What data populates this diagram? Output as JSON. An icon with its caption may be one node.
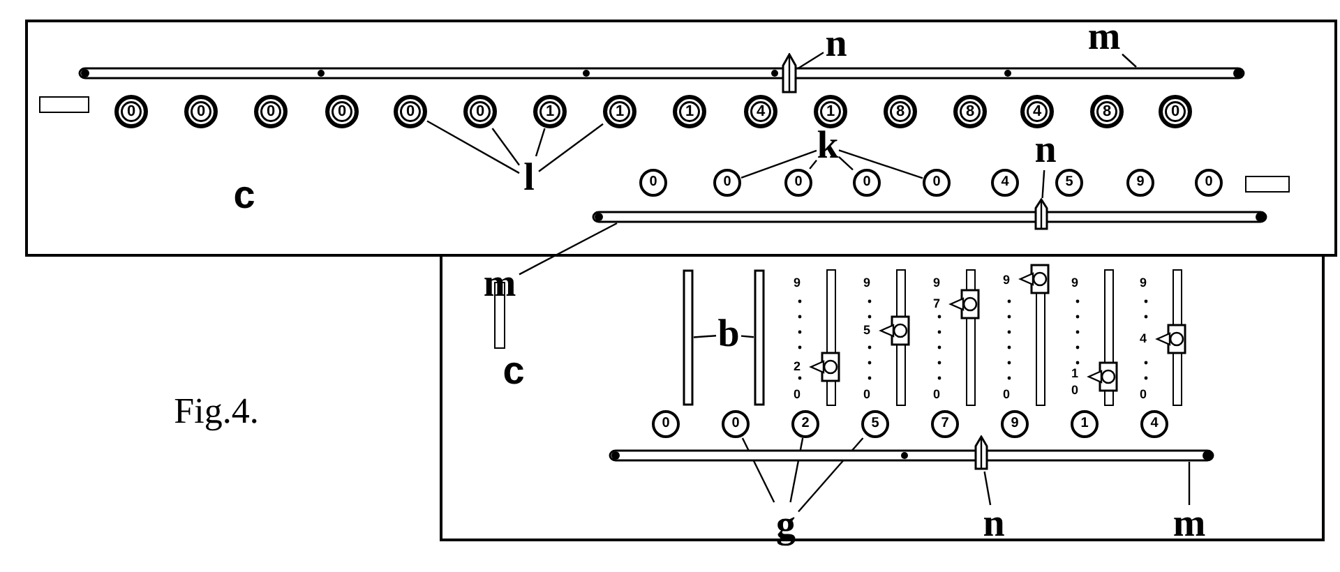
{
  "diagram": {
    "nodes": [
      {
        "text": [
          "0"
        ]
      },
      {
        "text": [
          "0"
        ]
      },
      {
        "text": [
          "0"
        ]
      },
      {
        "text": [
          "0"
        ]
      },
      {
        "text": [
          "0"
        ]
      },
      {
        "text": [
          "0"
        ]
      },
      {
        "text": [
          "1"
        ]
      },
      {
        "text": [
          "1"
        ]
      },
      {
        "text": [
          "1"
        ]
      },
      {
        "text": [
          "4"
        ]
      },
      {
        "text": [
          "1"
        ]
      },
      {
        "text": [
          "8"
        ]
      },
      {
        "text": [
          "8"
        ]
      },
      {
        "text": [
          "4"
        ]
      },
      {
        "text": [
          "8"
        ]
      },
      {
        "text": [
          "0"
        ]
      },
      {
        "text": [
          "0"
        ]
      },
      {
        "text": [
          "0"
        ]
      },
      {
        "text": [
          "0"
        ]
      },
      {
        "text": [
          "0"
        ]
      },
      {
        "text": [
          "0"
        ]
      },
      {
        "text": [
          "4"
        ]
      },
      {
        "text": [
          "5"
        ]
      },
      {
        "text": [
          "9"
        ]
      },
      {
        "text": [
          "0"
        ]
      },
      {
        "text": [
          "0"
        ]
      },
      {
        "text": [
          "0"
        ]
      },
      {
        "text": [
          "2"
        ]
      },
      {
        "text": [
          "5"
        ]
      },
      {
        "text": [
          "7"
        ]
      },
      {
        "text": [
          "9"
        ]
      },
      {
        "text": [
          "1"
        ]
      },
      {
        "text": [
          "4"
        ]
      },
      {
        "text": [],
        "shape": "bar"
      },
      {
        "text": [],
        "shape": "bar"
      },
      {
        "text": [],
        "shape": "bar"
      },
      {
        "text": [],
        "shape": "box"
      },
      {
        "text": [],
        "shape": "box"
      },
      {
        "text": [],
        "shape": "box"
      },
      {
        "text": [],
        "shape": "bar"
      },
      {
        "text": [],
        "shape": "bar"
      },
      {
        "text": [
          "n"
        ]
      },
      {
        "text": [
          "m"
        ]
      },
      {
        "text": [
          "l"
        ]
      },
      {
        "text": [
          "k"
        ]
      },
      {
        "text": [
          "n"
        ]
      },
      {
        "text": [
          "m"
        ]
      },
      {
        "text": [
          "b"
        ]
      },
      {
        "text": [
          "g"
        ]
      },
      {
        "text": [
          "n"
        ]
      },
      {
        "text": [
          "m"
        ]
      }
    ],
    "edges": [
      {
        "from": 41,
        "to": 36,
        "arrow": "none"
      },
      {
        "from": 42,
        "to": 33,
        "arrow": "none"
      },
      {
        "from": 43,
        "to": 4,
        "arrow": "none"
      },
      {
        "from": 43,
        "to": 5,
        "arrow": "none"
      },
      {
        "from": 43,
        "to": 6,
        "arrow": "none"
      },
      {
        "from": 43,
        "to": 7,
        "arrow": "none"
      },
      {
        "from": 44,
        "to": 17,
        "arrow": "none"
      },
      {
        "from": 44,
        "to": 18,
        "arrow": "none"
      },
      {
        "from": 44,
        "to": 19,
        "arrow": "none"
      },
      {
        "from": 44,
        "to": 20,
        "arrow": "none"
      },
      {
        "from": 45,
        "to": 37,
        "arrow": "none"
      },
      {
        "from": 46,
        "to": 34,
        "arrow": "none"
      },
      {
        "from": 47,
        "to": 39,
        "arrow": "none"
      },
      {
        "from": 47,
        "to": 40,
        "arrow": "none"
      },
      {
        "from": 48,
        "to": 26,
        "arrow": "none"
      },
      {
        "from": 48,
        "to": 27,
        "arrow": "none"
      },
      {
        "from": 48,
        "to": 28,
        "arrow": "none"
      },
      {
        "from": 49,
        "to": 38,
        "arrow": "none"
      },
      {
        "from": 50,
        "to": 35,
        "arrow": "none"
      }
    ],
    "labels": [
      "c",
      "c",
      "Fig.4.",
      "9",
      "2",
      "0",
      "9",
      "5",
      "0",
      "9",
      "7",
      "0",
      "9",
      "0",
      "9",
      "1",
      "0",
      "9",
      "4",
      "0"
    ]
  }
}
